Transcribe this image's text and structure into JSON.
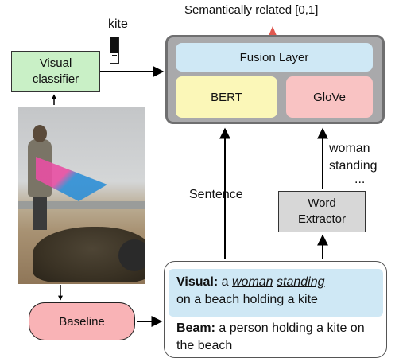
{
  "header": {
    "output_label": "Semantically related  [0,1]"
  },
  "classifier": {
    "detected_label": "kite",
    "confidence": 0.6,
    "box_label": "Visual\nclassifier"
  },
  "baseline": {
    "label": "Baseline"
  },
  "fusion": {
    "layer_label": "Fusion Layer",
    "bert_label": "BERT",
    "glove_label": "GloVe"
  },
  "pipeline": {
    "sentence_label": "Sentence",
    "word_extractor_label": "Word\nExtractor",
    "extracted_words": [
      "woman",
      "standing",
      "..."
    ]
  },
  "captions": {
    "visual": {
      "prefix": "Visual:",
      "word_a": "a",
      "word_woman": "woman",
      "word_standing": "standing",
      "rest": "on a beach holding a kite"
    },
    "beam": {
      "prefix": "Beam:",
      "text": "a person holding a kite on the beach"
    }
  },
  "colors": {
    "classifier": "#c9f0c6",
    "baseline": "#f9b3b6",
    "fusion_outer": "#a9a9ab",
    "fusion_layer": "#cfe8f5",
    "bert": "#fbf7b8",
    "glove": "#f9c3c3",
    "word_extractor": "#d7d7d7",
    "visual_caption": "#cfe8f5",
    "output_arrow": "#e0584f"
  }
}
